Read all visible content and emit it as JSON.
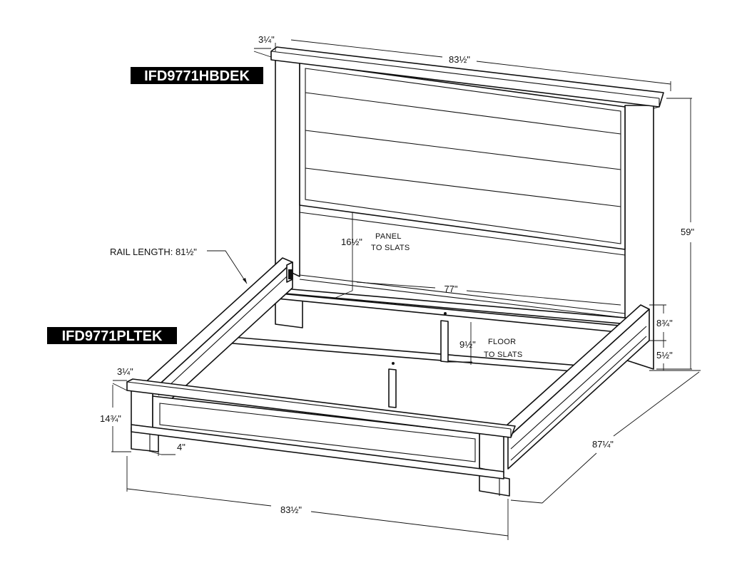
{
  "labels": {
    "headboard_model": "IFD9771HBDEK",
    "platform_model": "IFD9771PLTEK"
  },
  "dimensions": {
    "headboard_top_depth": "3¼\"",
    "headboard_width": "83½\"",
    "overall_height": "59\"",
    "panel_to_slats": "16½\"",
    "panel_to_slats_note_1": "PANEL",
    "panel_to_slats_note_2": "TO SLATS",
    "rail_length": "RAIL LENGTH: 81½\"",
    "inner_width": "77\"",
    "floor_to_slats": "9½\"",
    "floor_to_slats_note_1": "FLOOR",
    "floor_to_slats_note_2": "TO SLATS",
    "side_rail_height": "8¾\"",
    "side_rail_clearance": "5½\"",
    "footboard_top_depth": "3¼\"",
    "footboard_height": "14¾\"",
    "leg_width": "4\"",
    "overall_length": "87¼\"",
    "footboard_width": "83½\""
  }
}
